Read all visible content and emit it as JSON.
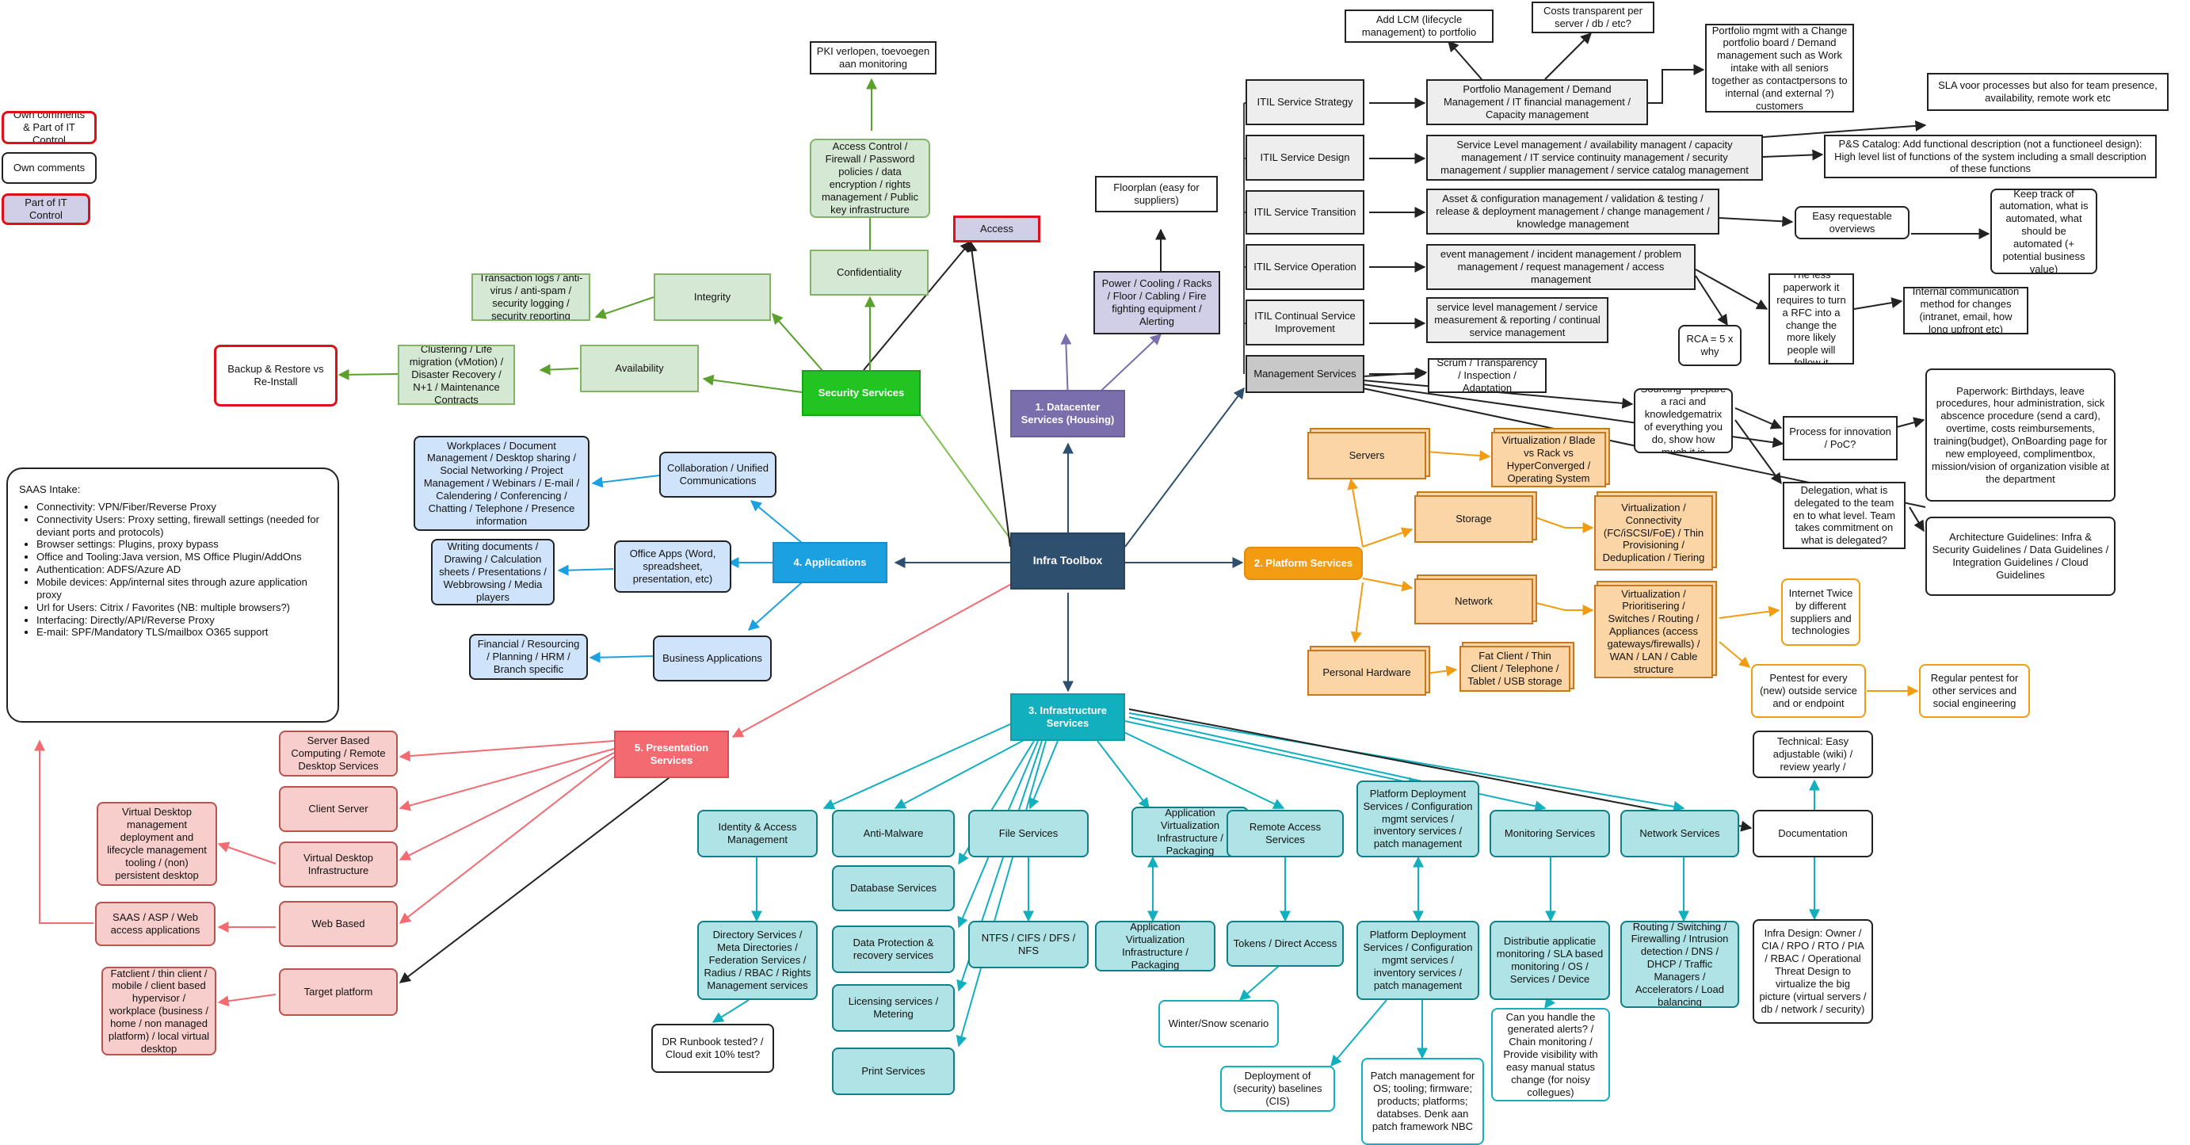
{
  "legend": {
    "own_comments_it_control": "Own comments & Part of IT Control",
    "own_comments": "Own comments",
    "part_of_it_control": "Part of IT Control"
  },
  "core": {
    "hub": "Infra Toolbox",
    "datacenter": "1. Datacenter Services (Housing)",
    "platform": "2. Platform Services",
    "infrastructure": "3. Infrastructure Services",
    "applications": "4. Applications",
    "presentation": "5. Presentation Services",
    "security": "Security Services"
  },
  "datacenter": {
    "power": "Power / Cooling / Racks / Floor / Cabling / Fire fighting equipment / Alerting",
    "floorplan": "Floorplan (easy for suppliers)",
    "access": "Access"
  },
  "itil": {
    "strategy": "ITIL Service Strategy",
    "design": "ITIL Service Design",
    "transition": "ITIL Service Transition",
    "operation": "ITIL Service Operation",
    "improvement": "ITIL Continual Service Improvement",
    "management": "Management Services",
    "portfolio": "Portfolio Management / Demand Management / IT financial management / Capacity management",
    "lcm": "Add LCM (lifecycle management) to portfolio",
    "costs": "Costs transparent per server / db / etc?",
    "portfolio_note": "Portfolio mgmt with a Change portfolio board / Demand management such as Work intake with all seniors together as contactpersons to internal (and external ?) customers",
    "slm": "Service Level management / availability managent / capacity management / IT service continuity management / security management / supplier management / service catalog management",
    "sla_note": "SLA voor processes but also for team presence, availability, remote work etc",
    "catalog_note": "P&S Catalog: Add functional description (not a functioneel design): High level list of functions of the system including a small description of these functions",
    "transition_detail": "Asset & configuration management / validation & testing / release & deployment management / change management / knowledge management",
    "easy_request": "Easy requestable overviews",
    "automation": "Keep track of automation, what is automated, what should be automated (+ potential business value)",
    "operation_detail": "event management / incident management / problem management / request management / access management",
    "paperwork_rfc": "The less paperwork it requires to turn a RFC into a change the more likely people will follow it",
    "internal_comm": "Internal communication method for changes (intranet, email, how long upfront etc)",
    "rca": "RCA = 5 x why",
    "improvement_detail": "service level management / service measurement & reporting / continual service management",
    "scrum": "Scrum / Transparency / Inspection / Adaptation",
    "sourcing": "Sourcing - prepare a raci and knowledgematrix of everything you do, show how much it is",
    "innovation": "Process for innovation / PoC?",
    "paperwork_hr": "Paperwork: Birthdays, leave procedures, hour administration, sick abscence procedure (send a card), overtime, costs reimbursements, training(budget), OnBoarding page for new employeed, complimentbox, mission/vision of organization visible at the department",
    "delegation": "Delegation, what is delegated to the team en to what level. Team takes commitment on what is delegated?",
    "architecture": "Architecture Guidelines: Infra & Security Guidelines / Data Guidelines / Integration Guidelines / Cloud Guidelines"
  },
  "platform": {
    "servers": "Servers",
    "storage": "Storage",
    "network": "Network",
    "hardware": "Personal Hardware",
    "virt_servers": "Virtualization / Blade vs Rack vs HyperConverged / Operating System",
    "virt_storage": "Virtualization / Connectivity (FC/iSCSI/FoE) / Thin Provisioning / Deduplication / Tiering",
    "virt_network": "Virtualization / Prioritisering / Switches / Routing / Appliances (access gateways/firewalls) / WAN / LAN / Cable structure",
    "fat_client": "Fat Client / Thin Client / Telephone / Tablet / USB storage",
    "internet_twice": "Internet Twice by different suppliers and technologies",
    "pentest": "Pentest for every (new) outside service and or endpoint",
    "regular_pentest": "Regular pentest for other services and social engineering"
  },
  "security": {
    "pki": "PKI verlopen, toevoegen aan monitoring",
    "access_control": "Access Control / Firewall / Password policies / data encryption / rights management / Public key infrastructure",
    "confidentiality": "Confidentiality",
    "integrity": "Integrity",
    "integrity_detail": "Transaction logs / anti-virus / anti-spam / security logging / security reporting",
    "availability": "Availability",
    "availability_detail": "Clustering / Life migration (vMotion) / Disaster Recovery / N+1 / Maintenance Contracts",
    "backup": "Backup & Restore vs Re-Install"
  },
  "applications": {
    "collaboration": "Collaboration / Unified Communications",
    "collab_detail": "Workplaces / Document Management / Desktop sharing / Social Networking / Project Management / Webinars / E-mail / Calendering / Conferencing / Chatting / Telephone / Presence information",
    "office": "Office Apps (Word, spreadsheet, presentation, etc)",
    "office_detail": "Writing documents / Drawing / Calculation sheets / Presentations / Webbrowsing / Media players",
    "business": "Business Applications",
    "business_detail": "Financial / Resourcing / Planning / HRM / Branch specific"
  },
  "saas": {
    "title": "SAAS Intake:",
    "items": [
      "Connectivity: VPN/Fiber/Reverse Proxy",
      "Connectivity Users: Proxy setting, firewall settings (needed for deviant ports and protocols)",
      "Browser settings: Plugins, proxy bypass",
      "Office and Tooling:Java version, MS Office Plugin/AddOns",
      "Authentication: ADFS/Azure AD",
      "Mobile devices: App/internal sites through azure application proxy",
      "Url for Users: Citrix / Favorites (NB: multiple browsers?)",
      "Interfacing: Directly/API/Reverse Proxy",
      "E-mail: SPF/Mandatory TLS/mailbox O365 support"
    ]
  },
  "presentation": {
    "server_based": "Server Based Computing / Remote Desktop Services",
    "client_server": "Client Server",
    "vdi": "Virtual Desktop Infrastructure",
    "vdi_detail": "Virtual Desktop management deployment and lifecycle management tooling / (non) persistent desktop",
    "web_based": "Web Based",
    "saas_asp": "SAAS / ASP / Web access applications",
    "target": "Target platform",
    "fatclient_detail": "Fatclient / thin client / mobile / client based hypervisor / workplace (business / home / non managed platform) / local virtual desktop"
  },
  "infrastructure": {
    "iam": "Identity & Access Management",
    "iam_detail": "Directory Services / Meta Directories / Federation Services / Radius / RBAC / Rights Management services",
    "dr_runbook": "DR Runbook tested? / Cloud exit 10% test?",
    "antimalware": "Anti-Malware",
    "database": "Database Services",
    "data_protection": "Data Protection & recovery services",
    "licensing": "Licensing services / Metering",
    "print": "Print Services",
    "file": "File Services",
    "file_detail": "NTFS / CIFS / DFS / NFS",
    "appvirt": "Application Virtualization Infrastructure / Packaging",
    "appvirt_detail": "Application Virtualization Infrastructure / Packaging",
    "remote": "Remote Access Services",
    "tokens": "Tokens / Direct Access",
    "winter": "Winter/Snow scenario",
    "deployment": "Platform Deployment Services / Configuration mgmt services / inventory services / patch management",
    "deployment_detail": "Platform Deployment Services / Configuration mgmt services / inventory services / patch management",
    "cis": "Deployment of (security) baselines (CIS)",
    "patch": "Patch management for OS; tooling; firmware; products; platforms; databses. Denk aan patch framework NBC",
    "monitoring": "Monitoring Services",
    "monitoring_detail": "Distributie applicatie monitoring / SLA based monitoring / OS / Services / Device",
    "alerts": "Can you handle the generated alerts? / Chain monitoring / Provide visibility with easy manual status change (for noisy collegues)",
    "network": "Network Services",
    "network_detail": "Routing / Switching / Firewalling / Intrusion detection / DNS / DHCP / Traffic Managers / Accelerators / Load balancing",
    "documentation": "Documentation",
    "technical": "Technical: Easy adjustable (wiki) / review yearly /",
    "infra_design": "Infra Design: Owner / CIA / RPO / RTO / PIA / RBAC / Operational Threat Design to virtualize the big picture (virtual servers / db / network / security)"
  },
  "colors": {
    "hub": "#2f4f6f",
    "datacenter": "#7a6eac",
    "platform": "#f39c12",
    "infrastructure": "#12afbf",
    "applications": "#1ba1e2",
    "presentation": "#f36a71",
    "security": "#22c421",
    "control_red": "#e0101b"
  }
}
